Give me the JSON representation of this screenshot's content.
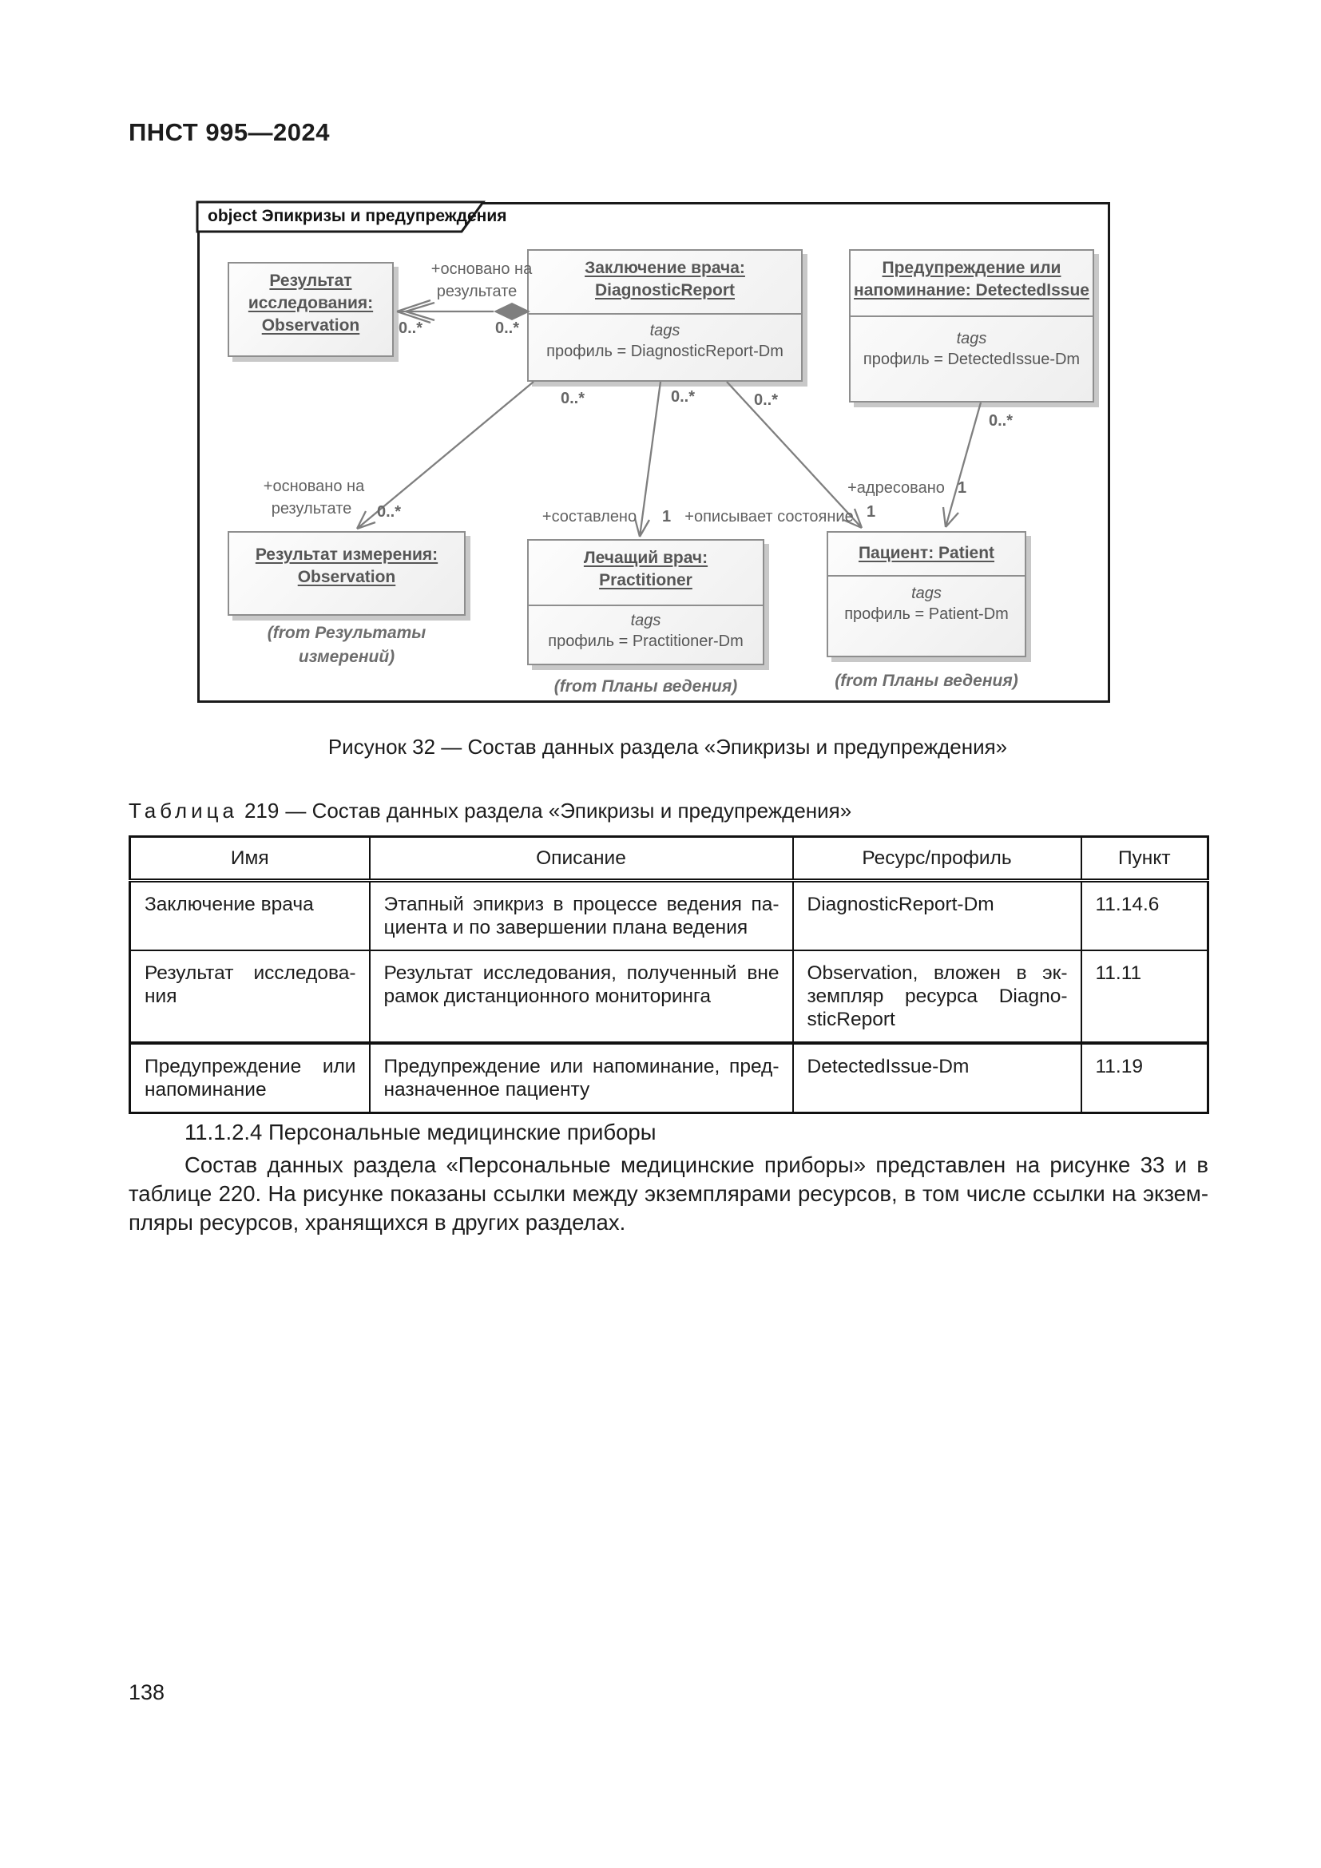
{
  "page": {
    "standard_code": "ПНСТ 995—2024",
    "page_number": "138"
  },
  "diagram": {
    "frame_label": "object Эпикризы и предупреждения",
    "nodes": {
      "observation_research": {
        "line1": "Результат",
        "line2": "исследования:",
        "line3": "Observation"
      },
      "diagnostic_report": {
        "line1": "Заключение врача:",
        "line2": "DiagnosticReport",
        "tags_label": "tags",
        "tag_value": "профиль = DiagnosticReport-Dm"
      },
      "detected_issue": {
        "line1": "Предупреждение или",
        "line2": "напоминание: DetectedIssue",
        "tags_label": "tags",
        "tag_value": "профиль = DetectedIssue-Dm"
      },
      "observation_measurement": {
        "line1": "Результат измерения:",
        "line2": "Observation",
        "note_line1": "(from Результаты",
        "note_line2": "измерений)"
      },
      "practitioner": {
        "line1": "Лечащий врач:",
        "line2": "Practitioner",
        "tags_label": "tags",
        "tag_value": "профиль = Practitioner-Dm",
        "note": "(from Планы ведения)"
      },
      "patient": {
        "line1": "Пациент: Patient",
        "tags_label": "tags",
        "tag_value": "профиль = Patient-Dm",
        "note": "(from Планы ведения)"
      }
    },
    "labels": {
      "based_on_1": "+основано на",
      "based_on_2": "результате",
      "composed": "+составлено",
      "describes": "+описывает состояние",
      "addressed": "+адресовано",
      "mult_many": "0..*",
      "mult_one": "1"
    }
  },
  "figure_caption": "Рисунок 32 — Состав данных раздела «Эпикризы и предупреждения»",
  "table": {
    "title_label": "Таблица",
    "title_number": "219",
    "title_rest": "— Состав данных раздела «Эпикризы и предупреждения»",
    "headers": [
      "Имя",
      "Описание",
      "Ресурс/профиль",
      "Пункт"
    ],
    "rows": [
      {
        "name": [
          "Заключение врача"
        ],
        "description": [
          "Этапный эпикриз в процессе ведения па-",
          "циента и по завершении плана ведения"
        ],
        "resource": [
          "DiagnosticReport-Dm"
        ],
        "clause": "11.14.6"
      },
      {
        "name": [
          "Результат исследова-",
          "ния"
        ],
        "description": [
          "Результат исследования, полученный вне",
          "рамок дистанционного мониторинга"
        ],
        "resource": [
          "Observation, вложен в эк-",
          "земпляр ресурса Diagno-",
          "sticReport"
        ],
        "clause": "11.11"
      },
      {
        "name": [
          "Предупреждение или",
          "напоминание"
        ],
        "description": [
          "Предупреждение или напоминание, пред-",
          "назначенное пациенту"
        ],
        "resource": [
          "DetectedIssue-Dm"
        ],
        "clause": "11.19"
      }
    ]
  },
  "body": {
    "heading": "11.1.2.4 Персональные медицинские приборы",
    "paragraph_lines": [
      "Состав данных раздела «Персональные медицинские приборы» представлен на рисунке 33 и в",
      "таблице 220. На рисунке показаны ссылки между экземплярами ресурсов, в том числе ссылки на экзем-",
      "пляры ресурсов, хранящихся в других разделах."
    ]
  },
  "colors": {
    "frame_border": "#1a1a1a",
    "box_border": "#8e8e8e",
    "edge": "#7f7f7f",
    "node_text": "#565656"
  }
}
